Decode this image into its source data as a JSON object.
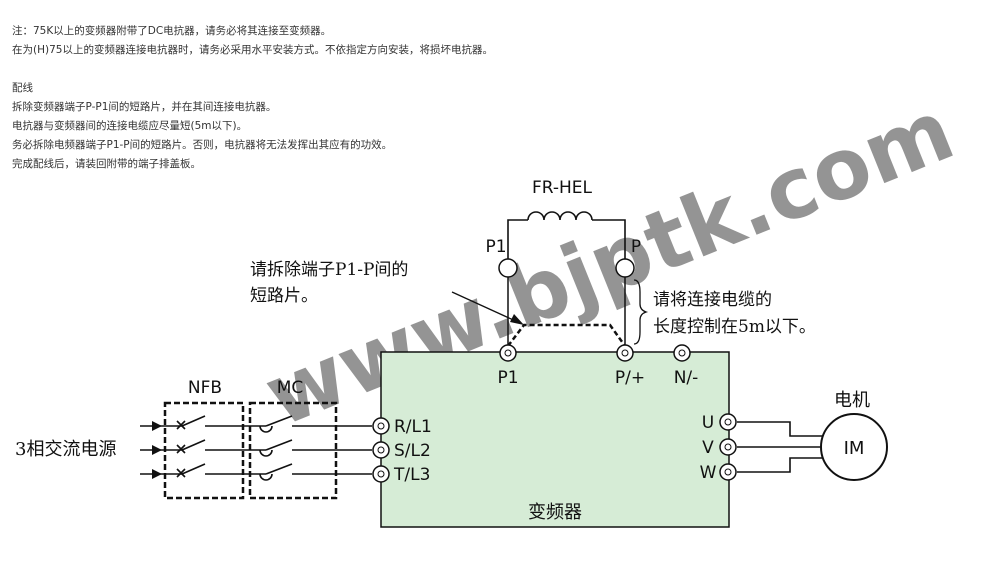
{
  "notes": {
    "line1": "注：75K以上的变频器附带了DC电抗器，请务必将其连接至变频器。",
    "line2": "在为(H)75以上的变频器连接电抗器时，请务必采用水平安装方式。不依指定方向安装，将损坏电抗器。",
    "heading": "配线",
    "step1": "拆除变频器端子P-P1间的短路片，并在其间连接电抗器。",
    "step2": "电抗器与变频器间的连接电缆应尽量短(5m以下)。",
    "step3": "务必拆除电频器端子P1-P间的短路片。否则，电抗器将无法发挥出其应有的功效。",
    "step4": "完成配线后，请装回附带的端子排盖板。"
  },
  "diagram": {
    "reactor_label": "FR-HEL",
    "reactor_p1": "P1",
    "reactor_p": "P",
    "note_remove_line1": "请拆除端子P1-P间的",
    "note_remove_line2": "短路片。",
    "note_cable_line1": "请将连接电缆的",
    "note_cable_line2": "长度控制在5m以下。",
    "terminal_p1": "P1",
    "terminal_p": "P/+",
    "terminal_n": "N/-",
    "nfb_label": "NFB",
    "mc_label": "MC",
    "power_source_label": "3相交流电源",
    "input_r": "R/L1",
    "input_s": "S/L2",
    "input_t": "T/L3",
    "output_u": "U",
    "output_v": "V",
    "output_w": "W",
    "inverter_label": "变频器",
    "motor_title": "电机",
    "motor_symbol": "IM",
    "watermark": "www.bjptk.com"
  },
  "colors": {
    "inverter_fill": "#d6ecd6",
    "line": "#111111",
    "watermark": "#cccccc"
  }
}
